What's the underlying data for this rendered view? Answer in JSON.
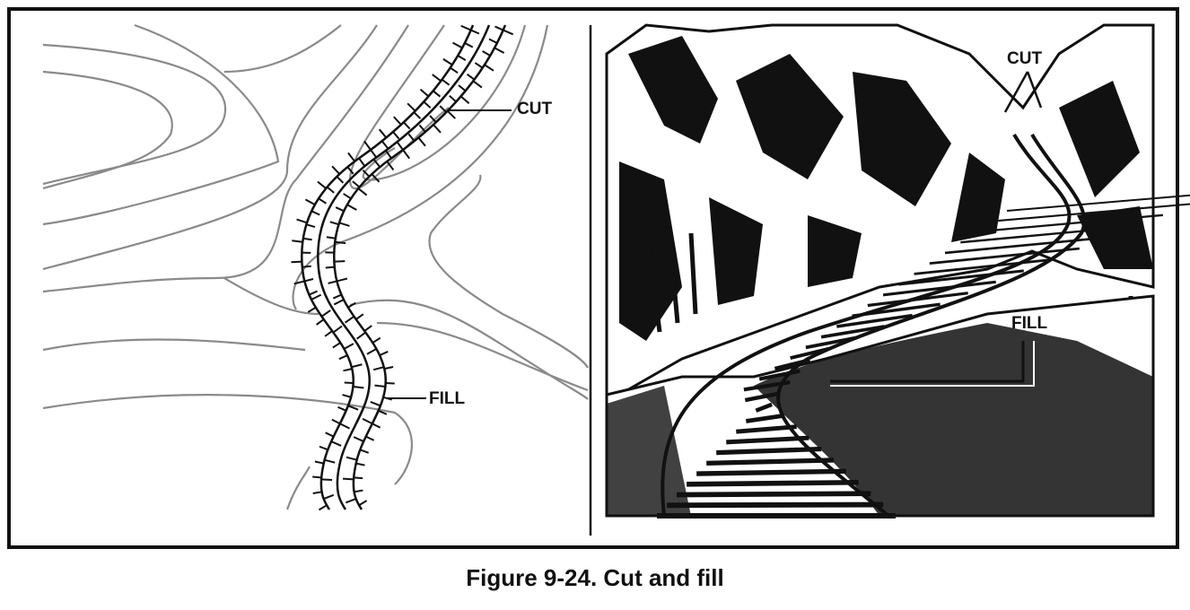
{
  "figure": {
    "caption": "Figure 9-24. Cut and fill",
    "left_panel": {
      "cut_label": "CUT",
      "fill_label": "FILL"
    },
    "right_panel": {
      "cut_label": "CUT",
      "fill_label": "FILL"
    }
  },
  "colors": {
    "contour": "#8a8a8a",
    "ink": "#111111"
  }
}
